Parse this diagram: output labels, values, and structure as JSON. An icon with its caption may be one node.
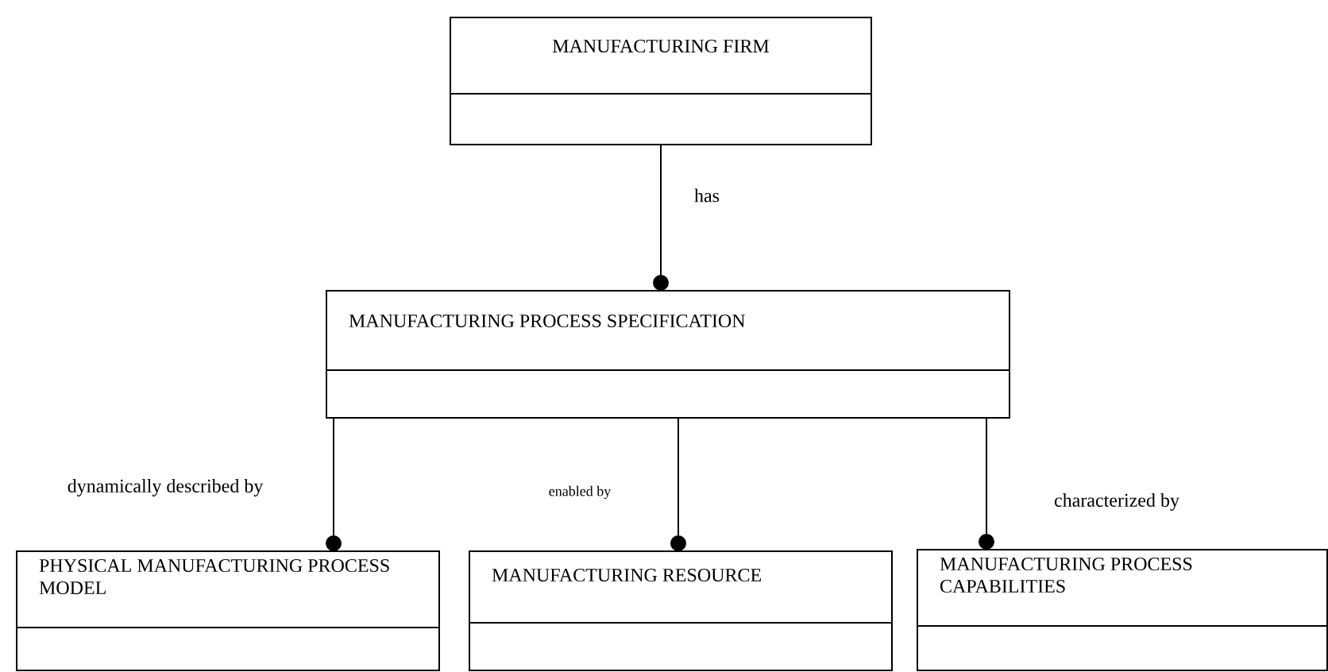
{
  "diagram": {
    "nodes": [
      {
        "text": [
          "MANUFACTURING FIRM"
        ]
      },
      {
        "text": [
          "MANUFACTURING PROCESS SPECIFICATION"
        ]
      },
      {
        "text": [
          "PHYSICAL MANUFACTURING PROCESS MODEL"
        ]
      },
      {
        "text": [
          "MANUFACTURING RESOURCE"
        ]
      },
      {
        "text": [
          "MANUFACTURING PROCESS CAPABILITIES"
        ]
      }
    ],
    "edges": [
      {
        "from": 0,
        "to": 1,
        "arrow": "other",
        "label": "has"
      },
      {
        "from": 1,
        "to": 2,
        "arrow": "other",
        "label": "dynamically described by"
      },
      {
        "from": 1,
        "to": 3,
        "arrow": "other",
        "label": "enabled by"
      },
      {
        "from": 1,
        "to": 4,
        "arrow": "other",
        "label": "characterized by"
      }
    ]
  }
}
